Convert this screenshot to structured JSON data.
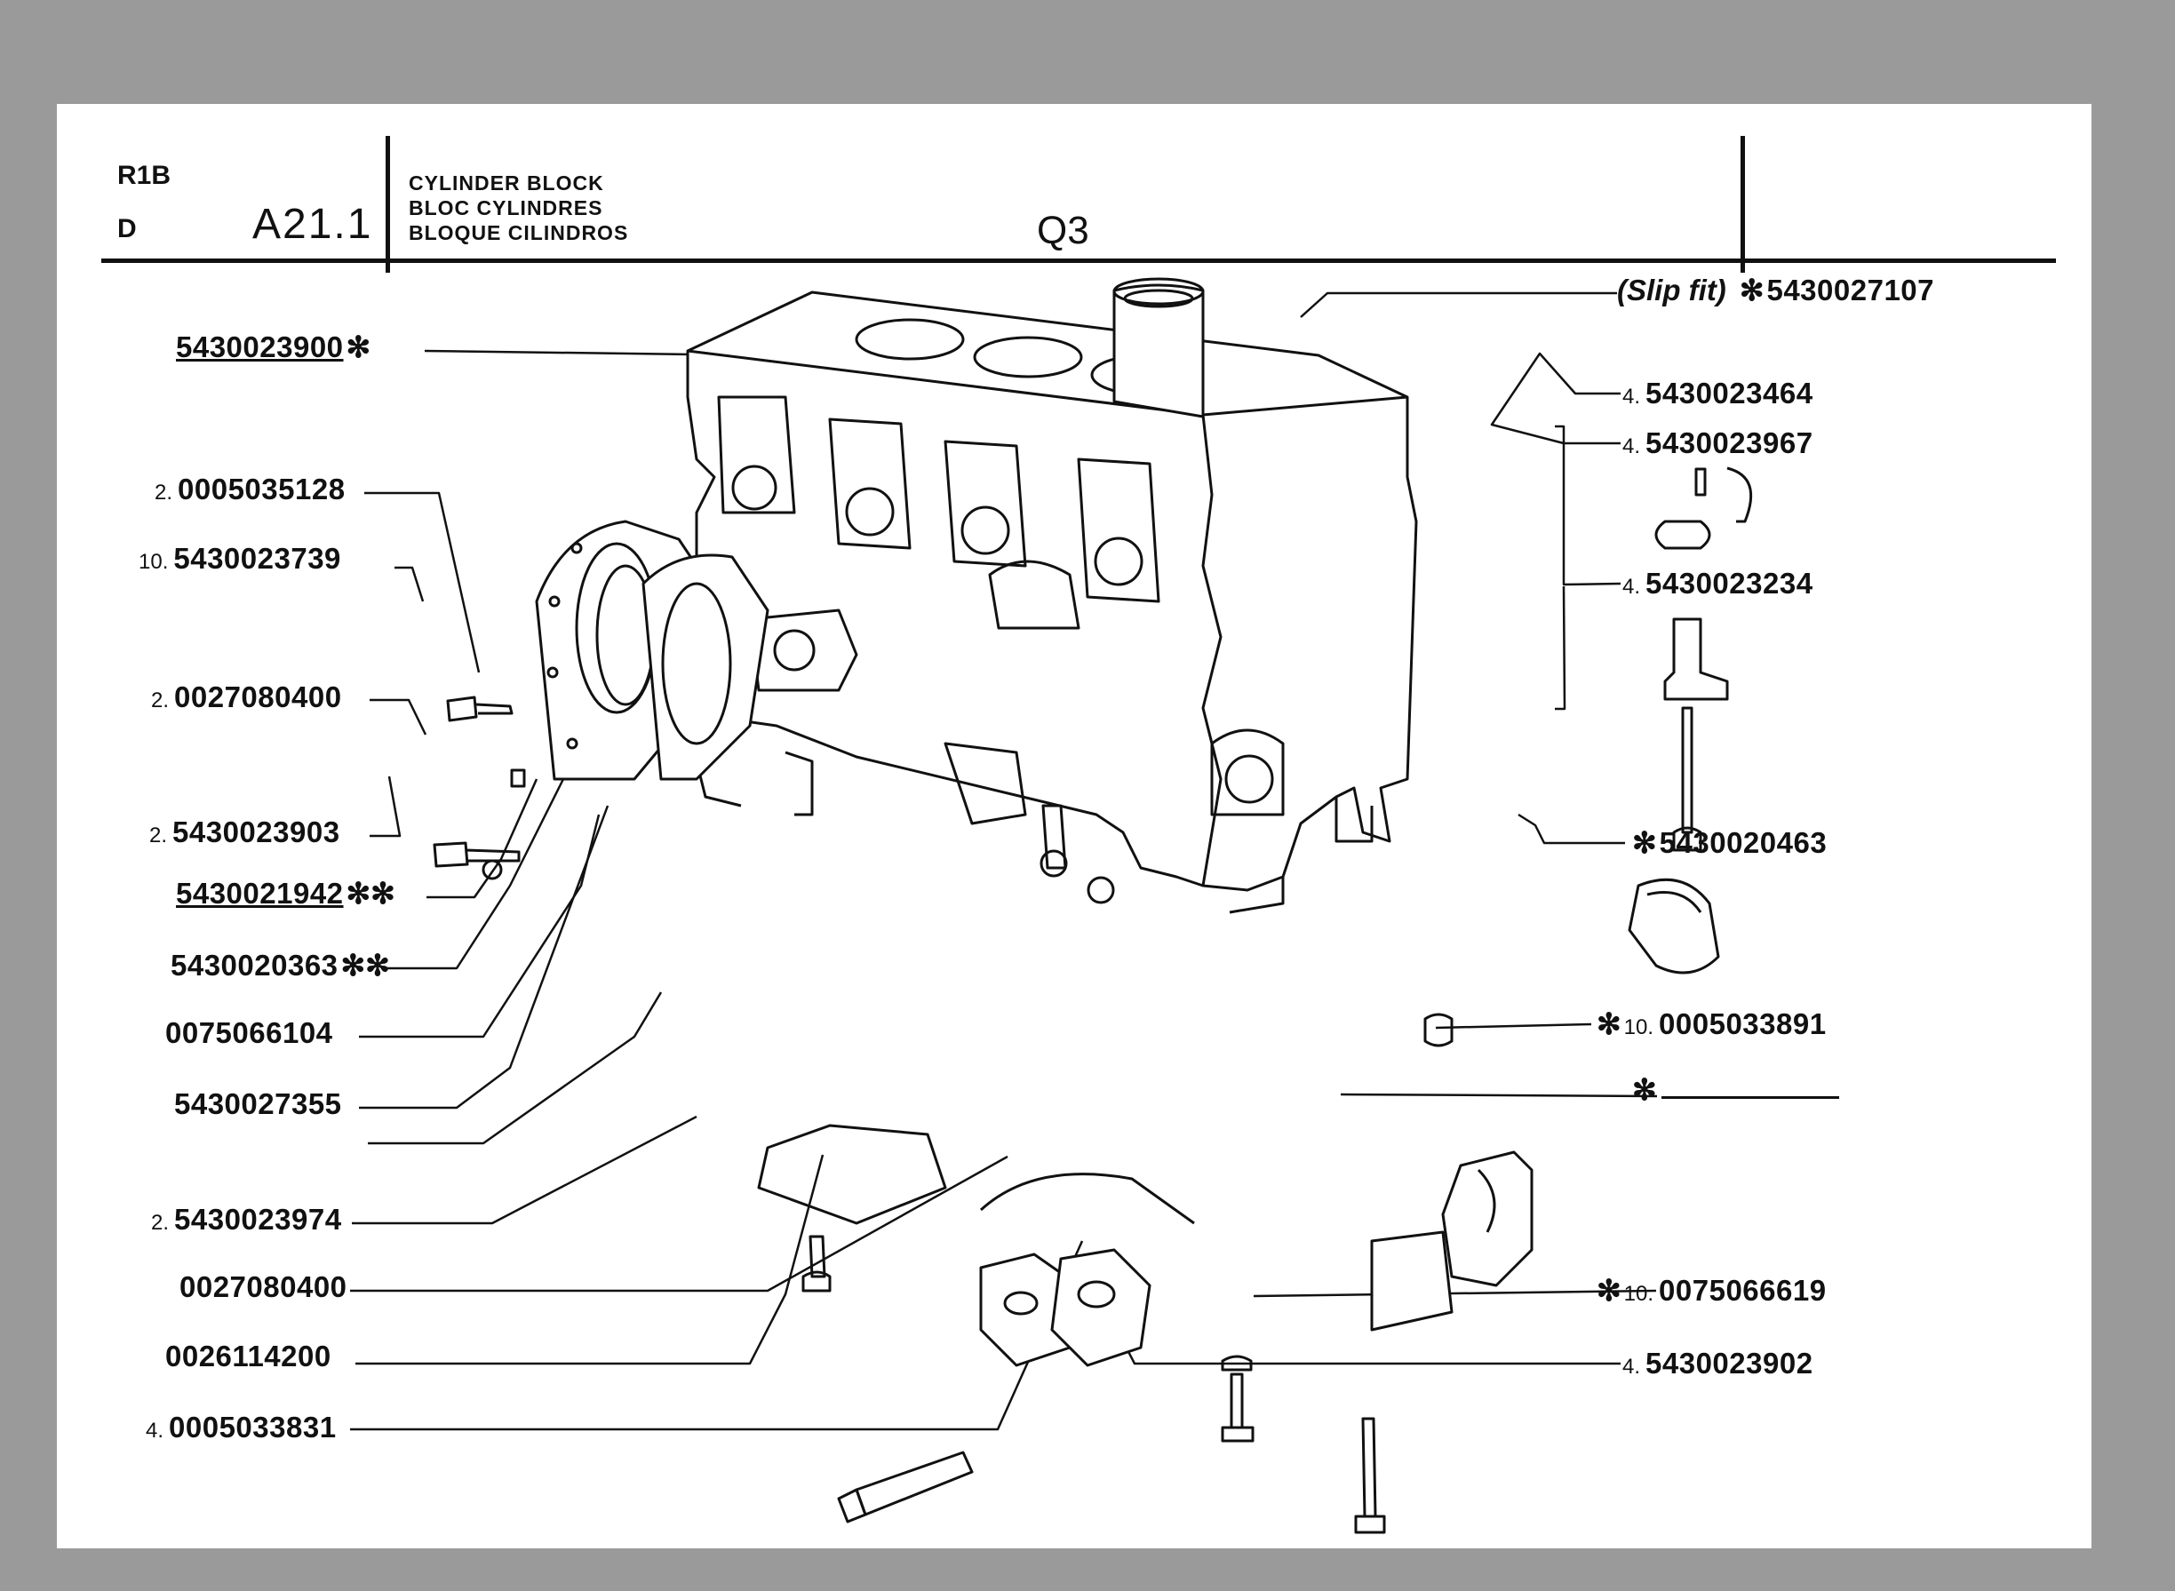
{
  "header": {
    "model_line1": "R1B",
    "model_line2": "D",
    "section": "A21.1",
    "titles": [
      "CYLINDER BLOCK",
      "BLOC CYLINDRES",
      "BLOQUE CILINDROS"
    ],
    "variant": "Q3"
  },
  "labels_left": [
    {
      "qty": "",
      "code": "5430023900",
      "stars": "✻",
      "underlined": true
    },
    {
      "qty": "2.",
      "code": "0005035128",
      "stars": "",
      "underlined": false
    },
    {
      "qty": "10.",
      "code": "5430023739",
      "stars": "",
      "underlined": false
    },
    {
      "qty": "2.",
      "code": "0027080400",
      "stars": "",
      "underlined": false
    },
    {
      "qty": "2.",
      "code": "5430023903",
      "stars": "",
      "underlined": false
    },
    {
      "qty": "",
      "code": "5430021942",
      "stars": "✻✻",
      "underlined": true
    },
    {
      "qty": "",
      "code": "5430020363",
      "stars": "✻✻",
      "underlined": false
    },
    {
      "qty": "",
      "code": "0075066104",
      "stars": "",
      "underlined": false
    },
    {
      "qty": "",
      "code": "5430027355",
      "stars": "",
      "underlined": false
    },
    {
      "qty": "2.",
      "code": "5430023974",
      "stars": "",
      "underlined": false
    },
    {
      "qty": "",
      "code": "0027080400",
      "stars": "",
      "underlined": false
    },
    {
      "qty": "",
      "code": "0026114200",
      "stars": "",
      "underlined": false
    },
    {
      "qty": "4.",
      "code": "0005033831",
      "stars": "",
      "underlined": false
    }
  ],
  "labels_right": [
    {
      "prefix": "(Slip fit)",
      "qty": "",
      "code": "5430027107",
      "stars": "✻"
    },
    {
      "prefix": "",
      "qty": "4.",
      "code": "5430023464",
      "stars": ""
    },
    {
      "prefix": "",
      "qty": "4.",
      "code": "5430023967",
      "stars": ""
    },
    {
      "prefix": "",
      "qty": "4.",
      "code": "5430023234",
      "stars": ""
    },
    {
      "prefix": "",
      "qty": "",
      "code": "5430020463",
      "stars": "✻"
    },
    {
      "prefix": "",
      "qty": "10.",
      "code": "0005033891",
      "stars": "✻"
    },
    {
      "prefix": "",
      "qty": "",
      "code": "",
      "stars": "✻"
    },
    {
      "prefix": "",
      "qty": "10.",
      "code": "0075066619",
      "stars": "✻"
    },
    {
      "prefix": "",
      "qty": "4.",
      "code": "5430023902",
      "stars": ""
    }
  ]
}
